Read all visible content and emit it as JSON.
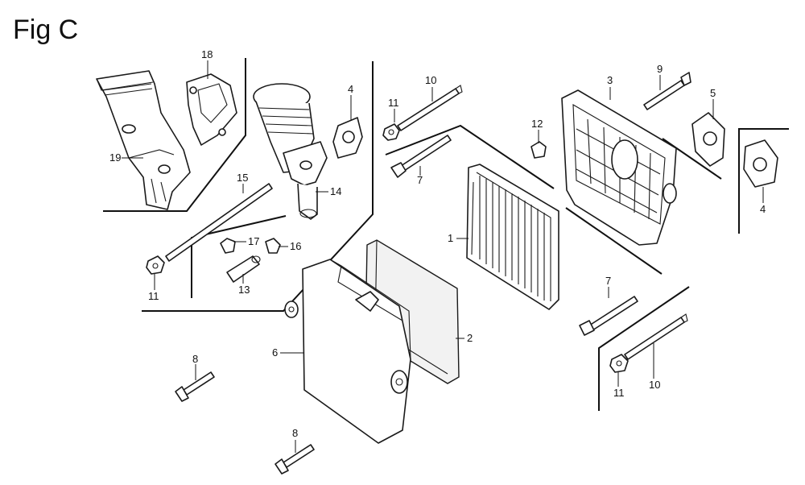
{
  "figure": {
    "title": "Fig C"
  },
  "callouts": [
    {
      "id": "c1",
      "label": "1"
    },
    {
      "id": "c2",
      "label": "2"
    },
    {
      "id": "c3",
      "label": "3"
    },
    {
      "id": "c4a",
      "label": "4"
    },
    {
      "id": "c4b",
      "label": "4"
    },
    {
      "id": "c5",
      "label": "5"
    },
    {
      "id": "c6",
      "label": "6"
    },
    {
      "id": "c7a",
      "label": "7"
    },
    {
      "id": "c7b",
      "label": "7"
    },
    {
      "id": "c8a",
      "label": "8"
    },
    {
      "id": "c8b",
      "label": "8"
    },
    {
      "id": "c9",
      "label": "9"
    },
    {
      "id": "c10a",
      "label": "10"
    },
    {
      "id": "c10b",
      "label": "10"
    },
    {
      "id": "c11a",
      "label": "11"
    },
    {
      "id": "c11b",
      "label": "11"
    },
    {
      "id": "c11c",
      "label": "11"
    },
    {
      "id": "c12",
      "label": "12"
    },
    {
      "id": "c13",
      "label": "13"
    },
    {
      "id": "c14",
      "label": "14"
    },
    {
      "id": "c15",
      "label": "15"
    },
    {
      "id": "c16",
      "label": "16"
    },
    {
      "id": "c17",
      "label": "17"
    },
    {
      "id": "c18",
      "label": "18"
    },
    {
      "id": "c19",
      "label": "19"
    }
  ]
}
